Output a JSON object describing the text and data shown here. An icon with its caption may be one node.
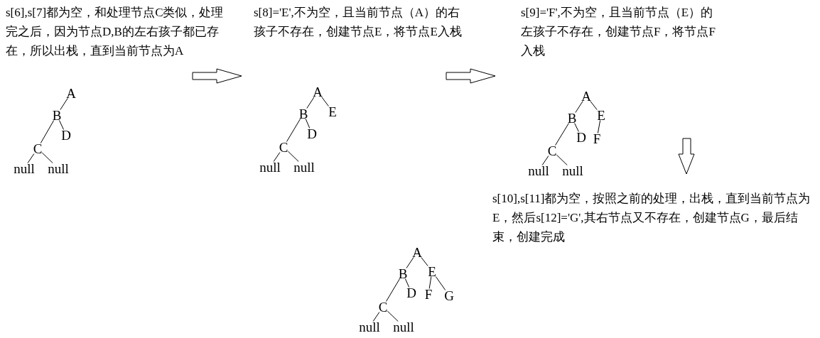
{
  "diagram": {
    "nodes": [
      {
        "text": [
          "A"
        ]
      },
      {
        "text": [
          "B"
        ]
      },
      {
        "text": [
          "D"
        ]
      },
      {
        "text": [
          "C"
        ]
      },
      {
        "text": [
          "null"
        ]
      },
      {
        "text": [
          "null"
        ]
      },
      {
        "text": [
          "A"
        ]
      },
      {
        "text": [
          "B"
        ]
      },
      {
        "text": [
          "E"
        ]
      },
      {
        "text": [
          "D"
        ]
      },
      {
        "text": [
          "C"
        ]
      },
      {
        "text": [
          "null"
        ]
      },
      {
        "text": [
          "null"
        ]
      },
      {
        "text": [
          "A"
        ]
      },
      {
        "text": [
          "B"
        ]
      },
      {
        "text": [
          "E"
        ]
      },
      {
        "text": [
          "D"
        ]
      },
      {
        "text": [
          "F"
        ]
      },
      {
        "text": [
          "C"
        ]
      },
      {
        "text": [
          "null"
        ]
      },
      {
        "text": [
          "null"
        ]
      },
      {
        "text": [
          "A"
        ]
      },
      {
        "text": [
          "B"
        ]
      },
      {
        "text": [
          "E"
        ]
      },
      {
        "text": [
          "D"
        ]
      },
      {
        "text": [
          "F"
        ]
      },
      {
        "text": [
          "G"
        ]
      },
      {
        "text": [
          "C"
        ]
      },
      {
        "text": [
          "null"
        ]
      },
      {
        "text": [
          "null"
        ]
      }
    ],
    "edges": [
      {
        "from": 0,
        "to": 1,
        "arrow": "none"
      },
      {
        "from": 1,
        "to": 3,
        "arrow": "none"
      },
      {
        "from": 1,
        "to": 2,
        "arrow": "none"
      },
      {
        "from": 3,
        "to": 4,
        "arrow": "none"
      },
      {
        "from": 3,
        "to": 5,
        "arrow": "none"
      },
      {
        "from": 6,
        "to": 7,
        "arrow": "none"
      },
      {
        "from": 6,
        "to": 8,
        "arrow": "none"
      },
      {
        "from": 7,
        "to": 10,
        "arrow": "none"
      },
      {
        "from": 7,
        "to": 9,
        "arrow": "none"
      },
      {
        "from": 10,
        "to": 11,
        "arrow": "none"
      },
      {
        "from": 10,
        "to": 12,
        "arrow": "none"
      },
      {
        "from": 13,
        "to": 14,
        "arrow": "none"
      },
      {
        "from": 13,
        "to": 15,
        "arrow": "none"
      },
      {
        "from": 14,
        "to": 18,
        "arrow": "none"
      },
      {
        "from": 14,
        "to": 16,
        "arrow": "none"
      },
      {
        "from": 15,
        "to": 17,
        "arrow": "none"
      },
      {
        "from": 18,
        "to": 19,
        "arrow": "none"
      },
      {
        "from": 18,
        "to": 20,
        "arrow": "none"
      },
      {
        "from": 21,
        "to": 22,
        "arrow": "none"
      },
      {
        "from": 21,
        "to": 23,
        "arrow": "none"
      },
      {
        "from": 22,
        "to": 27,
        "arrow": "none"
      },
      {
        "from": 22,
        "to": 24,
        "arrow": "none"
      },
      {
        "from": 23,
        "to": 25,
        "arrow": "none"
      },
      {
        "from": 23,
        "to": 26,
        "arrow": "none"
      },
      {
        "from": 27,
        "to": 28,
        "arrow": "none"
      },
      {
        "from": 27,
        "to": 29,
        "arrow": "none"
      }
    ],
    "labels": [
      "s[6],s[7]都为空，和处理节点C类似，处理完之后，因为节点D,B的左右孩子都已存在，所以出栈，直到当前节点为A",
      "s[8]='E',不为空，且当前节点（A）的右孩子不存在，创建节点E，将节点E入栈",
      "s[9]='F',不为空，且当前节点（E）的左孩子不存在，创建节点F，将节点F入栈",
      "s[10],s[11]都为空，按照之前的处理，出栈，直到当前节点为E，然后s[12]='G',其右节点又不存在，创建节点G，最后结束，创建完成"
    ]
  }
}
